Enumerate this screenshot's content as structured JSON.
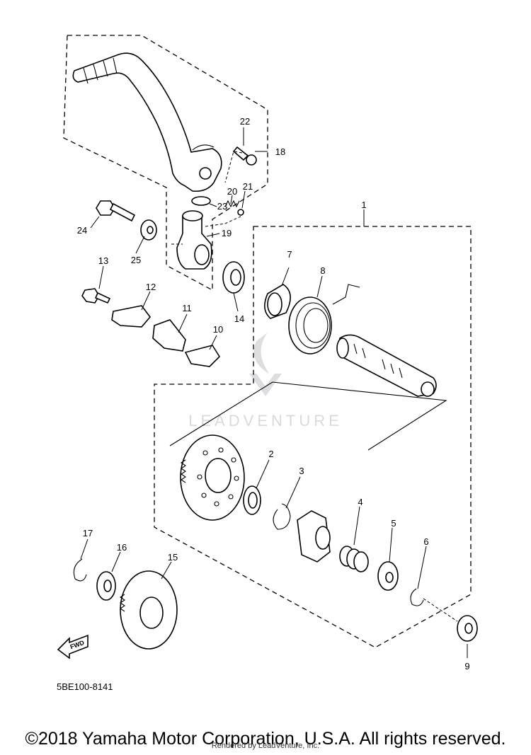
{
  "diagram": {
    "part_code": "5BE100-8141",
    "fwd_label": "FWD",
    "watermark": "LEADVENTURE",
    "callouts": {
      "c1": "1",
      "c2": "2",
      "c3": "3",
      "c4": "4",
      "c5": "5",
      "c6": "6",
      "c7": "7",
      "c8": "8",
      "c9": "9",
      "c10": "10",
      "c11": "11",
      "c12": "12",
      "c13": "13",
      "c14": "14",
      "c15": "15",
      "c16": "16",
      "c17": "17",
      "c18": "18",
      "c19": "19",
      "c20": "20",
      "c21": "21",
      "c22": "22",
      "c23": "23",
      "c24": "24",
      "c25": "25"
    }
  },
  "footer": {
    "copyright": "©2018 Yamaha Motor Corporation, U.S.A. All rights reserved.",
    "rendered_by": "Rendered by LeadVenture, Inc."
  }
}
